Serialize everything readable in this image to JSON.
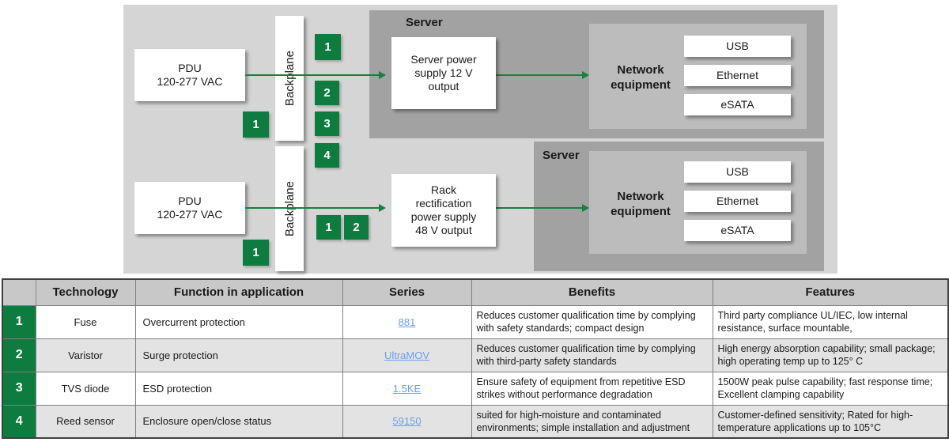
{
  "colors": {
    "accent_green": "#0e7c3e",
    "arrow_green": "#16803f",
    "panel_light": "#d5d5d5",
    "panel_dark": "#a2a2a2",
    "panel_mid": "#bcbcbc",
    "link_blue": "#6d9eeb",
    "header_gray": "#c8c8c8",
    "row_stripe": "#e3e3e3"
  },
  "diagram": {
    "rows": [
      {
        "pdu_lines": [
          "PDU",
          "120-277 VAC"
        ],
        "backplane_label": "Backplane",
        "server_label": "Server",
        "supply_lines": [
          "Server power",
          "supply 12 V",
          "output"
        ],
        "network_lines": [
          "Network",
          "equipment"
        ],
        "ports": [
          "USB",
          "Ethernet",
          "eSATA"
        ],
        "badge_top": "1",
        "badge_mid": "2",
        "badge_low": "3",
        "badge_left": "1"
      },
      {
        "pdu_lines": [
          "PDU",
          "120-277 VAC"
        ],
        "backplane_label": "Backplane",
        "server_label": "Server",
        "supply_lines": [
          "Rack",
          "rectification",
          "power supply",
          "48 V output"
        ],
        "network_lines": [
          "Network",
          "equipment"
        ],
        "ports": [
          "USB",
          "Ethernet",
          "eSATA"
        ],
        "badge_top": "4",
        "badge_a": "1",
        "badge_b": "2",
        "badge_left": "1"
      }
    ]
  },
  "table": {
    "headers": [
      "",
      "Technology",
      "Function in application",
      "Series",
      "Benefits",
      "Features"
    ],
    "rows": [
      {
        "num": "1",
        "technology": "Fuse",
        "function": "Overcurrent protection",
        "series": "881",
        "benefits": "Reduces customer qualification time by complying with safety standards; compact design",
        "features": "Third party compliance UL/IEC, low internal resistance, surface mountable,"
      },
      {
        "num": "2",
        "technology": "Varistor",
        "function": "Surge protection",
        "series": "UltraMOV",
        "benefits": "Reduces customer qualification time by complying with third-party safety standards",
        "features": "High energy absorption capability; small package; high operating temp up to 125° C"
      },
      {
        "num": "3",
        "technology": "TVS diode",
        "function": "ESD protection",
        "series": "1.5KE",
        "benefits": "Ensure safety of equipment from repetitive ESD strikes without performance degradation",
        "features": "1500W peak pulse capability; fast response time; Excellent clamping capability"
      },
      {
        "num": "4",
        "technology": "Reed sensor",
        "function": "Enclosure open/close status",
        "series": "59150",
        "benefits": "suited for high-moisture and contaminated environments; simple installation and adjustment",
        "features": "Customer-defined sensitivity; Rated for high-temperature applications up to 105°C"
      }
    ]
  }
}
